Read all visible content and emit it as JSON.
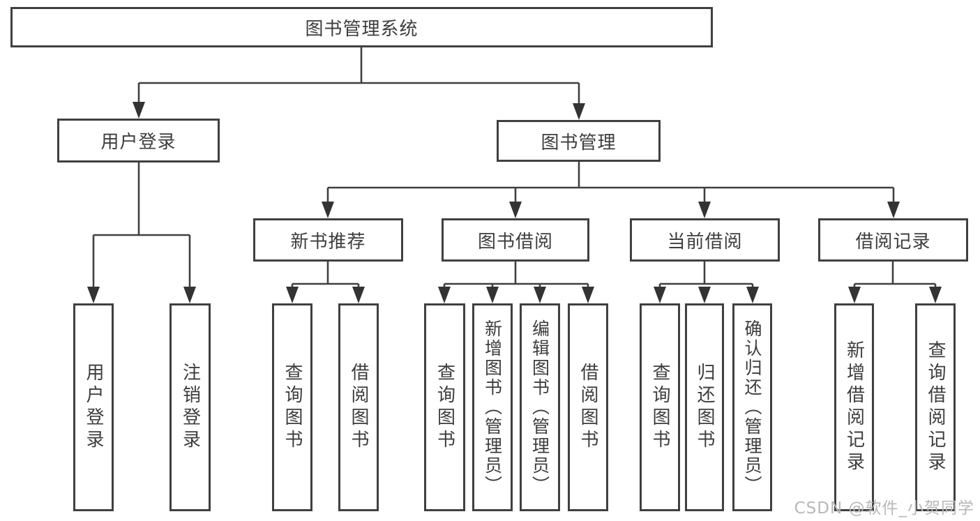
{
  "colors": {
    "line": "#404040",
    "text": "#3d3d3d",
    "box_bg": "#ffffff",
    "watermark": "#b8b8b8"
  },
  "nodes": {
    "root": "图书管理系统",
    "user_login": "用户登录",
    "book_mgmt": "图书管理",
    "new_books": "新书推荐",
    "book_borrow": "图书借阅",
    "current_borrow": "当前借阅",
    "borrow_records": "借阅记录",
    "leaf_user_login": "用户登录",
    "leaf_logout": "注销登录",
    "leaf_nb_query": "查询图书",
    "leaf_nb_borrow": "借阅图书",
    "leaf_bb_query": "查询图书",
    "leaf_bb_add": "新增图书（管理员）",
    "leaf_bb_edit": "编辑图书（管理员）",
    "leaf_bb_borrow": "借阅图书",
    "leaf_cb_query": "查询图书",
    "leaf_cb_return": "归还图书",
    "leaf_cb_confirm": "确认归还（管理员）",
    "leaf_br_add": "新增借阅记录",
    "leaf_br_query": "查询借阅记录"
  },
  "watermark": "CSDN @软件_小贺同学"
}
